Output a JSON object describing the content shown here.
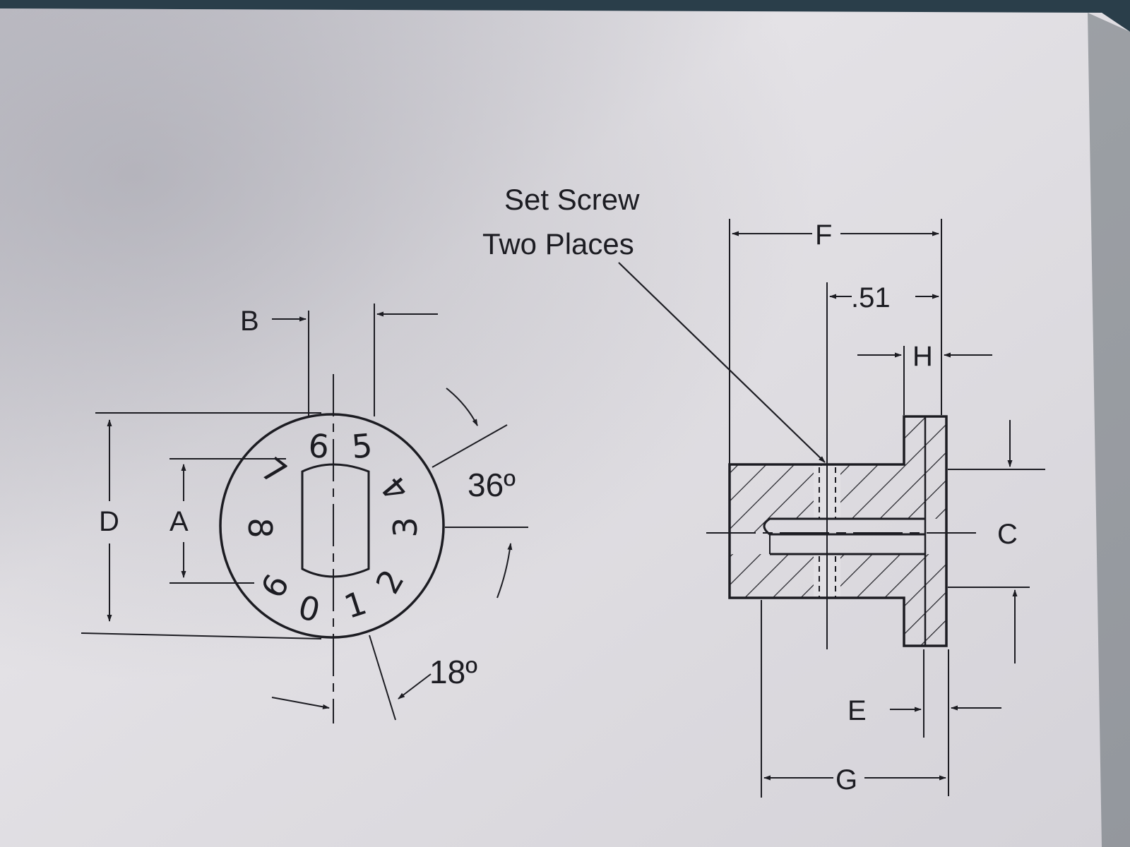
{
  "colors": {
    "paper": "#e2e0e4",
    "paper_shadow": "#b9b8c0",
    "ink": "#1c1c22",
    "backdrop": "#2a3e4a"
  },
  "end_view": {
    "dims": {
      "b": "B",
      "d": "D",
      "a": "A"
    },
    "angles": {
      "deg36": "36º",
      "deg18": "18º"
    },
    "dial_numbers": [
      "0",
      "1",
      "2",
      "3",
      "4",
      "5",
      "6",
      "7",
      "8",
      "9"
    ]
  },
  "section_view": {
    "callout": {
      "line1": "Set Screw",
      "line2": "Two Places"
    },
    "dims": {
      "f": "F",
      "d51": ".51",
      "h": "H",
      "c": "C",
      "e": "E",
      "g": "G"
    }
  }
}
